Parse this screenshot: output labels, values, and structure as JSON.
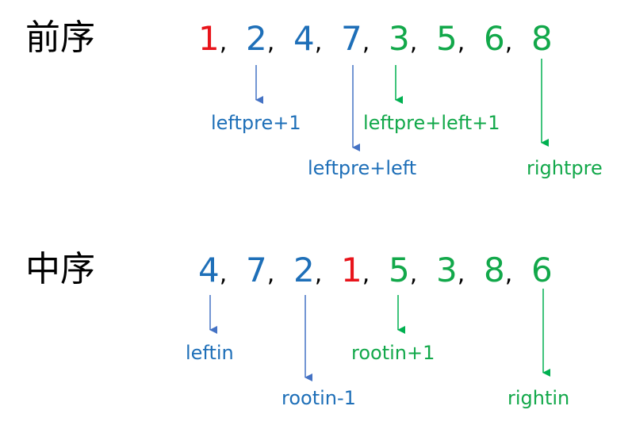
{
  "colors": {
    "root": "#e8141b",
    "left": "#1e6fb8",
    "right": "#12a84a",
    "arrow_left": "#4472c4",
    "arrow_right": "#00b050",
    "separator": "#000000"
  },
  "preorder": {
    "title": "前序",
    "items": [
      {
        "text": "1",
        "sep": ",",
        "group": "root"
      },
      {
        "text": "2",
        "sep": ",",
        "group": "left"
      },
      {
        "text": "4",
        "sep": ",",
        "group": "left"
      },
      {
        "text": "7",
        "sep": ",",
        "group": "left"
      },
      {
        "text": "3",
        "sep": ",",
        "group": "right"
      },
      {
        "text": "5",
        "sep": ",",
        "group": "right"
      },
      {
        "text": "6",
        "sep": ",",
        "group": "right"
      },
      {
        "text": "8",
        "sep": "",
        "group": "right"
      }
    ],
    "labels": {
      "leftpre_start": "leftpre+1",
      "leftpre_end": "leftpre+left",
      "rightpre_start": "leftpre+left+1",
      "rightpre_end": "rightpre"
    }
  },
  "inorder": {
    "title": "中序",
    "items": [
      {
        "text": "4",
        "sep": ",",
        "group": "left"
      },
      {
        "text": "7",
        "sep": ",",
        "group": "left"
      },
      {
        "text": "2",
        "sep": ",",
        "group": "left"
      },
      {
        "text": "1",
        "sep": ",",
        "group": "root"
      },
      {
        "text": "5",
        "sep": ",",
        "group": "right"
      },
      {
        "text": "3",
        "sep": ",",
        "group": "right"
      },
      {
        "text": "8",
        "sep": ",",
        "group": "right"
      },
      {
        "text": "6",
        "sep": "",
        "group": "right"
      }
    ],
    "labels": {
      "leftin_start": "leftin",
      "leftin_end": "rootin-1",
      "rightin_start": "rootin+1",
      "rightin_end": "rightin"
    }
  }
}
